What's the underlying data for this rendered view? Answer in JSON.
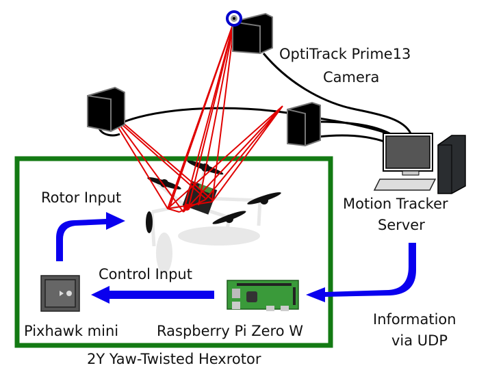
{
  "labels": {
    "camera_title_line1": "OptiTrack Prime13",
    "camera_title_line2": "Camera",
    "server_line1": "Motion Tracker",
    "server_line2": "Server",
    "rotor_input": "Rotor Input",
    "control_input": "Control Input",
    "pixhawk": "Pixhawk mini",
    "raspberry": "Raspberry Pi Zero W",
    "info_line1": "Information",
    "info_line2": "via UDP",
    "system_caption": "2Y Yaw-Twisted Hexrotor"
  },
  "colors": {
    "box_border": "#137a13",
    "flow_arrow": "#0a00ee",
    "ray": "#e00000",
    "camera_body": "#000000"
  }
}
